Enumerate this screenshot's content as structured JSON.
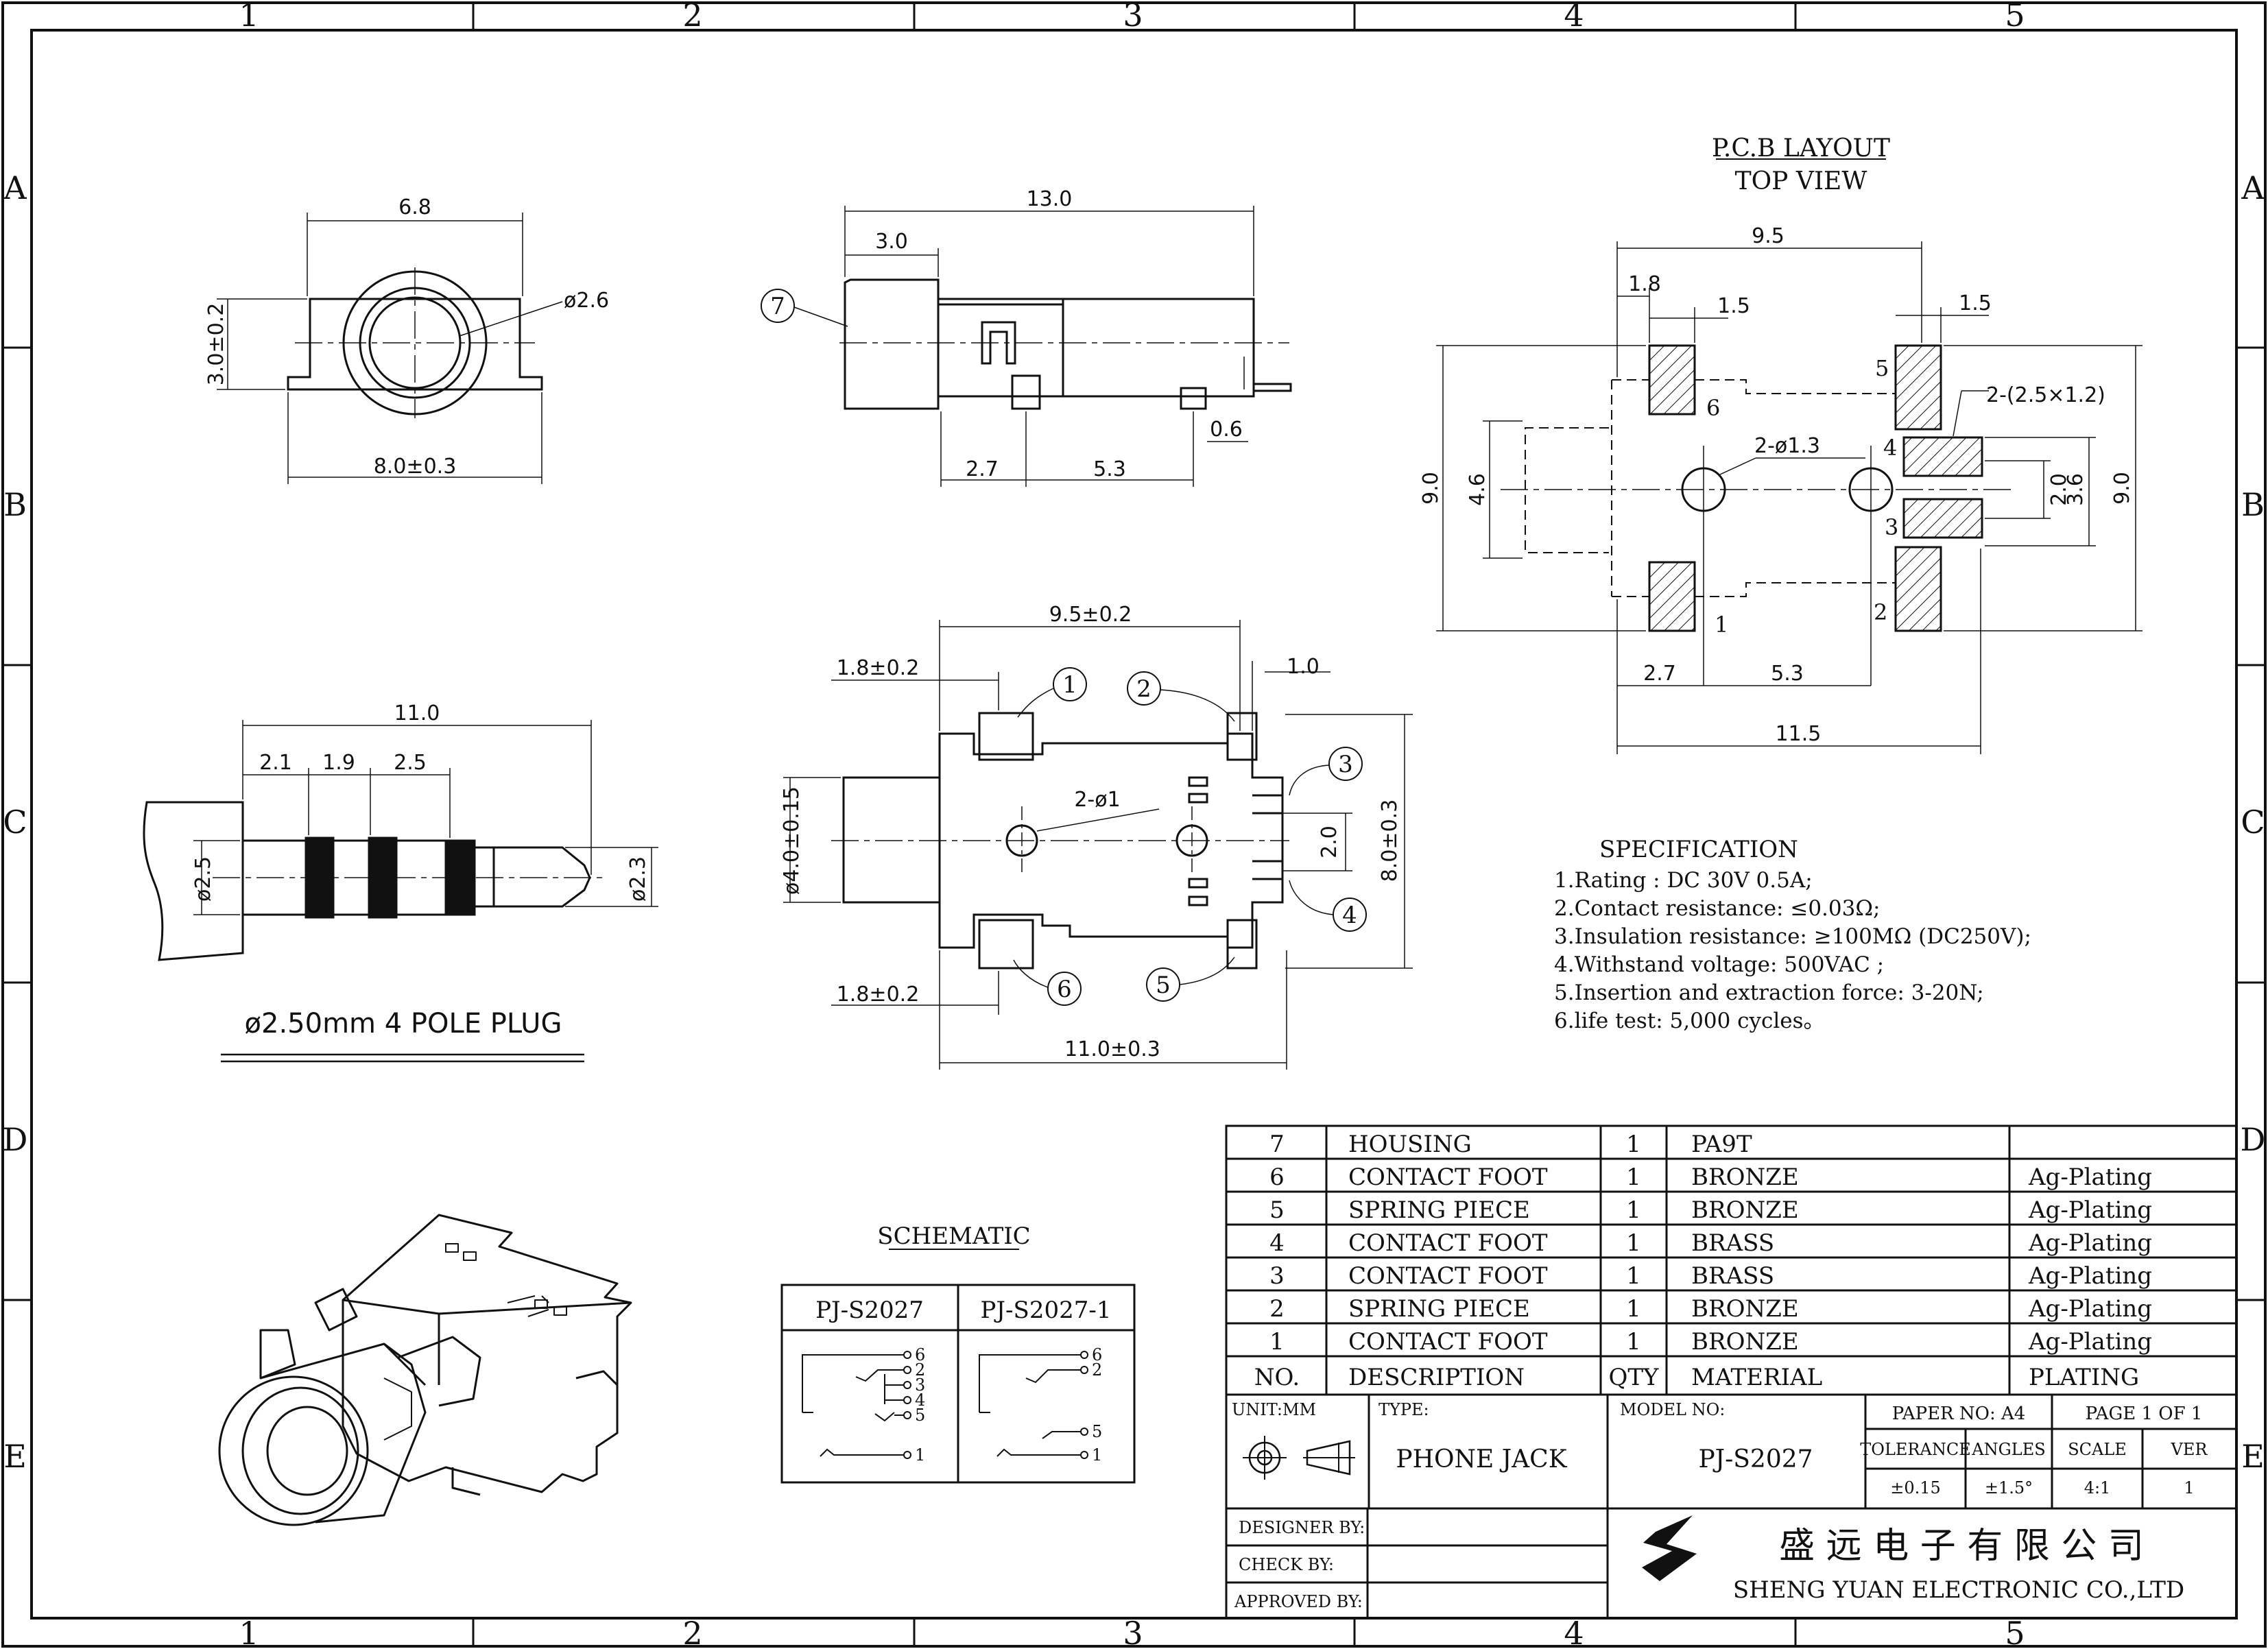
{
  "frame": {
    "columns": [
      "1",
      "2",
      "3",
      "4",
      "5"
    ],
    "rows": [
      "A",
      "B",
      "C",
      "D",
      "E"
    ]
  },
  "front_view": {
    "dim_width_top": "6.8",
    "dim_height": "3.0±0.2",
    "dim_hole": "ø2.6",
    "dim_width_bottom": "8.0±0.3"
  },
  "side_view": {
    "dim_length": "13.0",
    "dim_front": "3.0",
    "balloon": "7",
    "dim_a": "2.7",
    "dim_b": "5.3",
    "dim_c": "0.6"
  },
  "bottom_view": {
    "dim_width": "9.5±0.2",
    "dim_top_left": "1.8±0.2",
    "dim_top_right": "1.0",
    "dim_holes": "2-ø1",
    "dim_dia": "ø4.0±0.15",
    "dim_height": "8.0±0.3",
    "dim_pin_gap": "2.0",
    "dim_bottom_left": "1.8±0.2",
    "dim_length": "11.0±0.3",
    "balloons": [
      "1",
      "2",
      "3",
      "4",
      "5",
      "6"
    ]
  },
  "plug": {
    "dim_total": "11.0",
    "dim_seg1": "2.1",
    "dim_seg2": "1.9",
    "dim_seg3": "2.5",
    "dim_dia_left": "ø2.5",
    "dim_dia_right": "ø2.3",
    "caption": "ø2.50mm  4  POLE  PLUG"
  },
  "pcb": {
    "title": "P.C.B LAYOUT",
    "subtitle": "TOP VIEW",
    "dim_width": "9.5",
    "dim_left": "1.8",
    "dim_pad": "1.5",
    "dim_pad_right": "1.5",
    "dim_pads": "2-(2.5×1.2)",
    "dim_holes": "2-ø1.3",
    "dim_height_left": "9.0",
    "dim_inner": "4.6",
    "dim_gap": "2.0",
    "dim_span": "3.6",
    "dim_height_right": "9.0",
    "dim_a": "2.7",
    "dim_b": "5.3",
    "dim_total": "11.5",
    "pads": [
      "1",
      "2",
      "3",
      "4",
      "5",
      "6"
    ]
  },
  "spec": {
    "title": "SPECIFICATION",
    "lines": [
      "1.Rating : DC 30V 0.5A;",
      "2.Contact resistance: ≤0.03Ω;",
      "3.Insulation resistance: ≥100MΩ (DC250V);",
      "4.Withstand voltage: 500VAC ;",
      "5.Insertion and extraction force: 3-20N;",
      "6.life test: 5,000 cycles。"
    ]
  },
  "schematic": {
    "title": "SCHEMATIC",
    "col1": "PJ-S2027",
    "col2": "PJ-S2027-1",
    "pins1": [
      "6",
      "2",
      "3",
      "4",
      "5",
      "1"
    ],
    "pins2": [
      "6",
      "2",
      "5",
      "1"
    ]
  },
  "bom": {
    "rows": [
      {
        "no": "7",
        "desc": "HOUSING",
        "qty": "1",
        "material": "PA9T",
        "plating": ""
      },
      {
        "no": "6",
        "desc": "CONTACT FOOT",
        "qty": "1",
        "material": "BRONZE",
        "plating": "Ag-Plating"
      },
      {
        "no": "5",
        "desc": "SPRING PIECE",
        "qty": "1",
        "material": "BRONZE",
        "plating": "Ag-Plating"
      },
      {
        "no": "4",
        "desc": "CONTACT FOOT",
        "qty": "1",
        "material": "BRASS",
        "plating": "Ag-Plating"
      },
      {
        "no": "3",
        "desc": "CONTACT FOOT",
        "qty": "1",
        "material": "BRASS",
        "plating": "Ag-Plating"
      },
      {
        "no": "2",
        "desc": "SPRING PIECE",
        "qty": "1",
        "material": "BRONZE",
        "plating": "Ag-Plating"
      },
      {
        "no": "1",
        "desc": "CONTACT FOOT",
        "qty": "1",
        "material": "BRONZE",
        "plating": "Ag-Plating"
      }
    ],
    "header": {
      "no": "NO.",
      "desc": "DESCRIPTION",
      "qty": "QTY",
      "material": "MATERIAL",
      "plating": "PLATING"
    }
  },
  "title_block": {
    "unit_label": "UNIT:MM",
    "type_label": "TYPE:",
    "type_value": "PHONE JACK",
    "model_label": "MODEL NO:",
    "model_value": "PJ-S2027",
    "paper": "PAPER NO: A4",
    "page": "PAGE 1 OF 1",
    "tolerance_label": "TOLERANCE",
    "angles_label": "ANGLES",
    "scale_label": "SCALE",
    "ver_label": "VER",
    "tolerance": "±0.15",
    "angles": "±1.5°",
    "scale": "4:1",
    "ver": "1",
    "designer": "DESIGNER BY:",
    "check": "CHECK    BY:",
    "approved": "APPROVED BY:",
    "company_cn": "盛 远 电 子 有 限 公 司",
    "company_en": "SHENG YUAN ELECTRONIC CO.,LTD"
  }
}
